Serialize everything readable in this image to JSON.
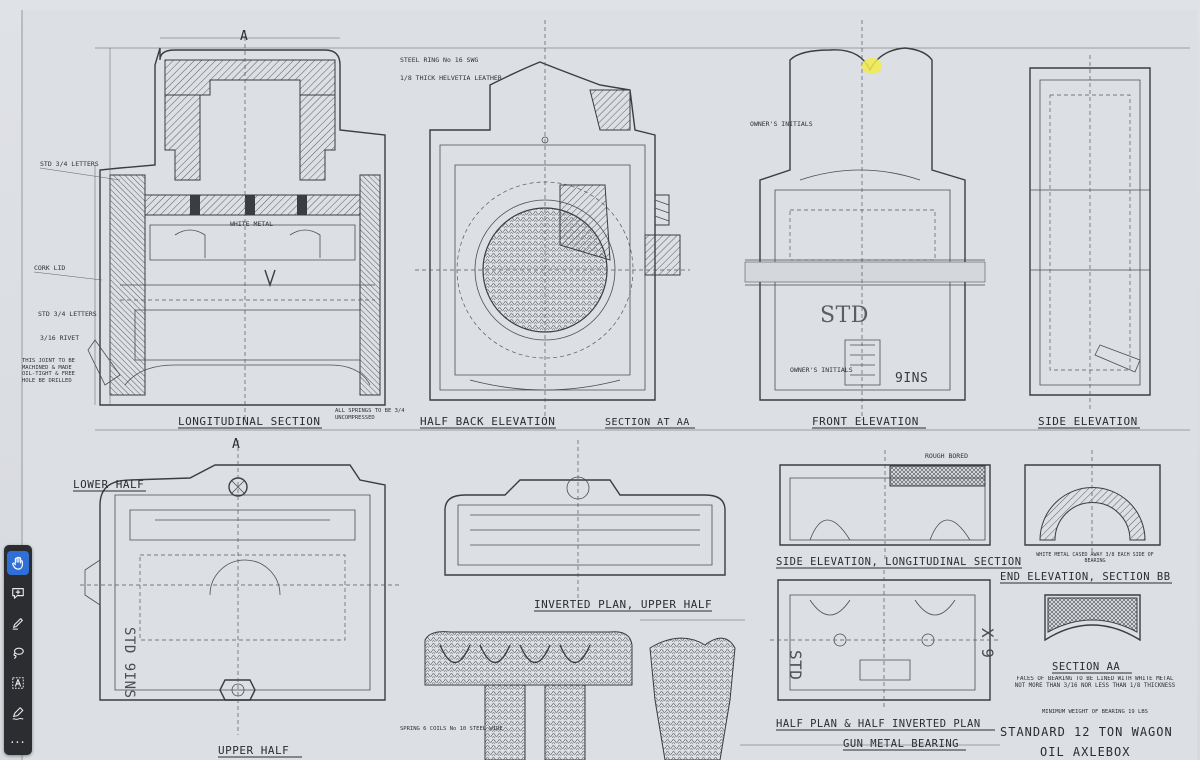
{
  "drawing": {
    "marker_a_top": "A",
    "marker_a_mid": "A",
    "views": {
      "longitudinal_section": "LONGITUDINAL SECTION",
      "half_back_elevation": "HALF BACK ELEVATION",
      "section_aa_top": "SECTION AT AA",
      "front_elevation": "FRONT ELEVATION",
      "side_elevation": "SIDE ELEVATION",
      "lower_half": "LOWER HALF",
      "upper_half": "UPPER HALF",
      "inverted_plan_upper_half": "INVERTED PLAN, UPPER HALF",
      "side_elevation_longitudinal_section": "SIDE ELEVATION, LONGITUDINAL SECTION",
      "end_elevation_section_bb": "END ELEVATION, SECTION BB",
      "section_aa_small": "SECTION AA",
      "half_plan_half_inverted_plan": "HALF PLAN & HALF INVERTED PLAN",
      "gun_metal_bearing": "GUN METAL BEARING"
    },
    "notes": {
      "std_letters_top": "STD 3/4 LETTERS",
      "cork_lid": "CORK LID",
      "std_letters_mid": "STD 3/4 LETTERS",
      "rivet": "3/16 RIVET",
      "joint_note": "THIS JOINT TO BE MACHINED & MADE OIL-TIGHT & FREE HOLE BE DRILLED",
      "springs_note": "ALL SPRINGS TO BE 3/4 UNCOMPRESSED",
      "steel_ring": "STEEL RING No 16 SWG",
      "leather_note": "1/8 THICK HELVETIA LEATHER",
      "white_metal": "WHITE METAL",
      "owners_initials": "OWNER'S INITIALS",
      "owners_initials_2": "OWNER'S INITIALS",
      "rough_bored": "ROUGH BORED",
      "white_metal_cased": "WHITE METAL CASED AWAY 3/8 EACH SIDE OF BEARING",
      "faces_note": "FACES OF BEARING TO BE LINED WITH WHITE METAL NOT MORE THAN 3/16 NOR LESS THAN 1/8 THICKNESS",
      "weight_note": "MINIMUM WEIGHT OF BEARING 19 LBS",
      "spring_coils": "SPRING 6 COILS No 10 STEEL WIRE",
      "size_label": "9INS",
      "std_cast": "STD"
    },
    "title_line1": "STANDARD 12 TON WAGON",
    "title_line2": "OIL AXLEBOX"
  },
  "toolbar": {
    "tools": [
      {
        "icon": "hand-icon",
        "label": "Pan"
      },
      {
        "icon": "comment-add-icon",
        "label": "Add comment"
      },
      {
        "icon": "pen-icon",
        "label": "Draw"
      },
      {
        "icon": "lasso-icon",
        "label": "Lasso"
      },
      {
        "icon": "text-box-icon",
        "label": "Text"
      },
      {
        "icon": "stamp-icon",
        "label": "Sign"
      },
      {
        "icon": "more-icon",
        "label": "More"
      }
    ],
    "more_glyph": "···"
  },
  "colors": {
    "toolbar_bg": "#2b2d31",
    "active_tool": "#2f6fd6",
    "paper": "#d9dce0",
    "ink": "#2a2c30",
    "highlight": "#f2ec4a"
  }
}
